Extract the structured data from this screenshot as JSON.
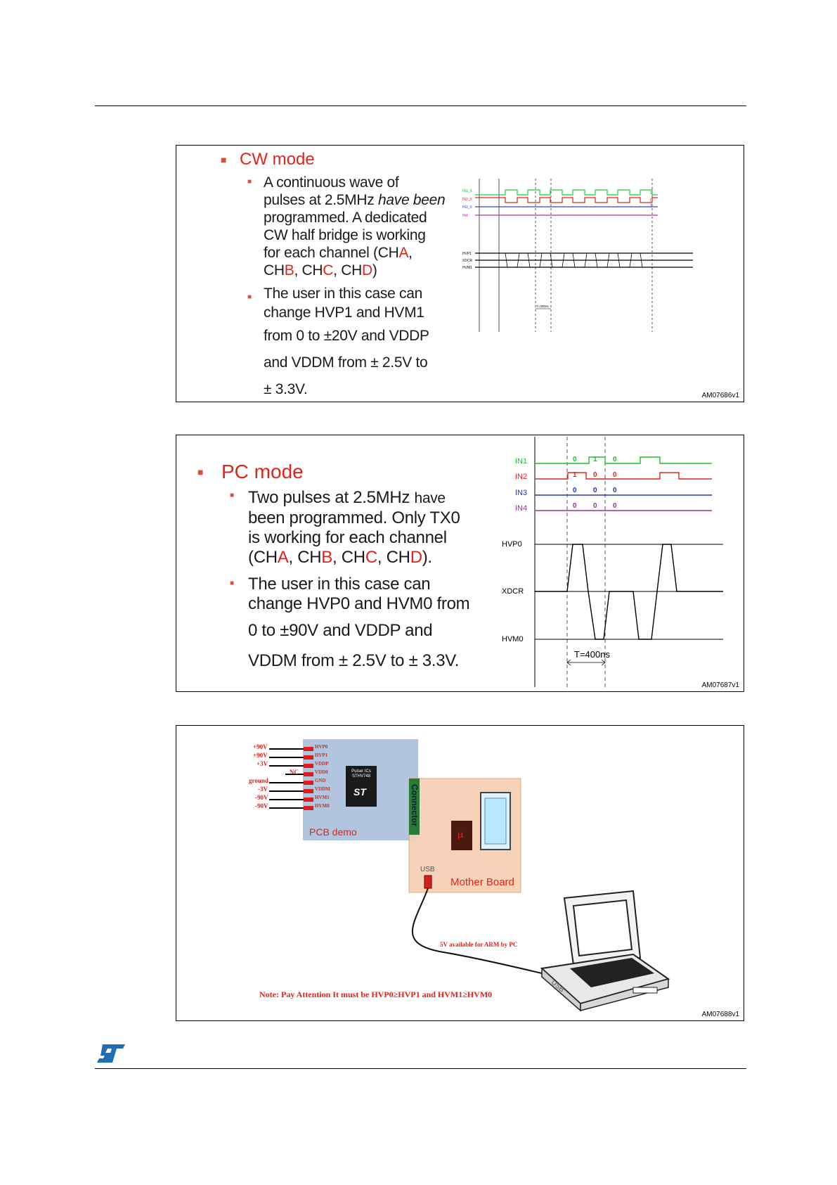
{
  "fig1": {
    "heading": "CW mode",
    "b1": [
      "A continuous wave of",
      "pulses at 2.5MHz ",
      "have been",
      "programmed. A dedicated",
      "CW half bridge is working",
      "for each channel (CH",
      "A",
      ",",
      "CH",
      "B",
      ", CH",
      "C",
      ", CH",
      "D",
      ")"
    ],
    "b2": [
      "The user in this case can",
      "change HVP1 and HVM1",
      "from 0 to ±20V and VDDP",
      "and VDDM from ± 2.5V to",
      "± 3.3V."
    ],
    "signals_top": [
      "IN1_X",
      "IN2_X",
      "IN3_X",
      "IN4"
    ],
    "signals_bot": [
      "HVP1",
      "XDCR",
      "HVM1"
    ],
    "period": "T=400ns",
    "code": "AM07686v1"
  },
  "fig2": {
    "heading": "PC mode",
    "b1": [
      "Two pulses at 2.5MHz ",
      "have",
      "been programmed. Only TX0",
      "is working for each channel",
      "(CH",
      "A",
      ", CH",
      "B",
      ", CH",
      "C",
      ", CH",
      "D",
      ")."
    ],
    "b2": [
      "The user in this case can",
      "change HVP0 and HVM0 from",
      "0 to ±90V and VDDP and",
      "VDDM from ± 2.5V to ± 3.3V."
    ],
    "inputs": [
      {
        "name": "IN1",
        "vals": [
          "0",
          "1",
          "0"
        ],
        "color": "#22bb33"
      },
      {
        "name": "IN2",
        "vals": [
          "1",
          "0",
          "0"
        ],
        "color": "#e0241c"
      },
      {
        "name": "IN3",
        "vals": [
          "0",
          "0",
          "0"
        ],
        "color": "#2233bb"
      },
      {
        "name": "IN4",
        "vals": [
          "0",
          "0",
          "0"
        ],
        "color": "#993399"
      }
    ],
    "rails": [
      "HVP0",
      "XDCR",
      "HVM0"
    ],
    "period": "T=400ns",
    "code": "AM07687v1"
  },
  "fig3": {
    "pins": [
      {
        "volt": "+90V",
        "pin": "HVP0"
      },
      {
        "volt": "+90V",
        "pin": "HVP1"
      },
      {
        "volt": "+3V",
        "pin": "VDDP"
      },
      {
        "volt": "NC",
        "pin": "VDD0"
      },
      {
        "volt": "ground",
        "pin": "GND"
      },
      {
        "volt": "-3V",
        "pin": "VDDM"
      },
      {
        "volt": "-90V",
        "pin": "HVM1"
      },
      {
        "volt": "-90V",
        "pin": "HVM0"
      }
    ],
    "chip": "Pulser ICs STHV748",
    "chip_logo": "ST",
    "connector": "Connector",
    "pcb_label": "PCB demo",
    "usb_label": "USB",
    "mb_label": "Mother Board",
    "mu": "µ",
    "cable_label": "5V available for ARM by PC",
    "laptop_usb": "USB",
    "note": "Note: Pay Attention It must be HVP0≥HVP1 and HVM1≥HVM0",
    "code": "AM07688v1"
  },
  "logo": "ST"
}
